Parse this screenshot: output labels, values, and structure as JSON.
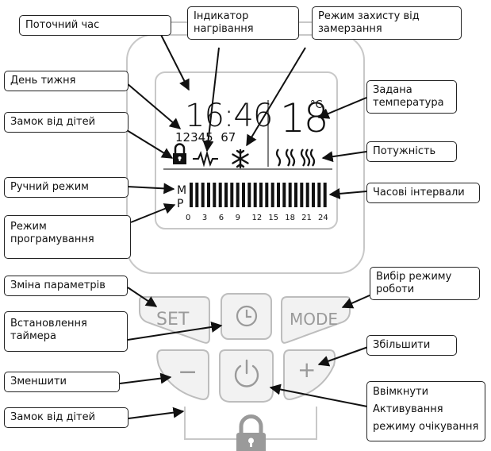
{
  "labels": {
    "current_time": "Поточний час",
    "heating_indicator": "Індикатор нагрівання",
    "frost_protection": "Режим захисту від замерзання",
    "day_of_week": "День тижня",
    "set_temperature": "Задана температура",
    "child_lock_top": "Замок від дітей",
    "power": "Потужність",
    "manual_mode": "Ручний режим",
    "time_intervals": "Часові інтервали",
    "program_mode": "Режим програмування",
    "change_params": "Зміна параметрів",
    "mode_select": "Вибір режиму роботи",
    "set_timer": "Встановлення таймера",
    "increase": "Збільшити",
    "decrease": "Зменшити",
    "turn_on": "Ввімкнути",
    "standby": "Активування режиму очікування",
    "child_lock_bottom": "Замок від дітей"
  },
  "display": {
    "time": "16:46",
    "days": "12345  67",
    "temperature": "18",
    "unit": "°C",
    "mode_m": "M",
    "mode_p": "P",
    "hour_ticks": [
      "0",
      "3",
      "6",
      "9",
      "12",
      "15",
      "18",
      "21",
      "24"
    ]
  },
  "buttons": {
    "set": "SET",
    "mode": "MODE",
    "minus": "−",
    "plus": "+"
  },
  "colors": {
    "frame": "#c8c8c8",
    "button_fill": "#f2f2f2",
    "button_stroke": "#bdbdbd",
    "button_icon": "#9a9a9a",
    "lcd_ink": "#111111"
  }
}
